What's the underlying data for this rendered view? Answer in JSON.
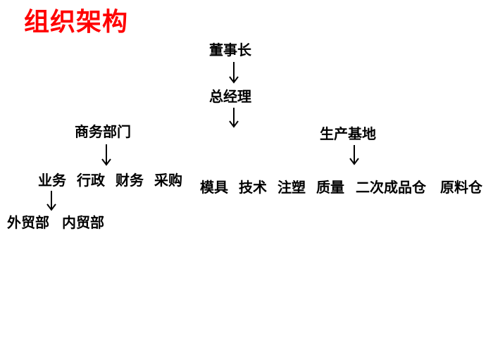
{
  "title": "组织架构",
  "chairman": "董事长",
  "general_manager": "总经理",
  "business": {
    "head": "商务部门",
    "depts": [
      "业务",
      "行政",
      "财务",
      "采购"
    ],
    "sub": [
      "外贸部",
      "内贸部"
    ]
  },
  "production": {
    "head": "生产基地",
    "depts": [
      "模具",
      "技术",
      "注塑",
      "质量",
      "二次成品仓",
      "原料仓"
    ]
  },
  "colors": {
    "title": "#ff0000",
    "text": "#000000",
    "arrow": "#000000"
  }
}
